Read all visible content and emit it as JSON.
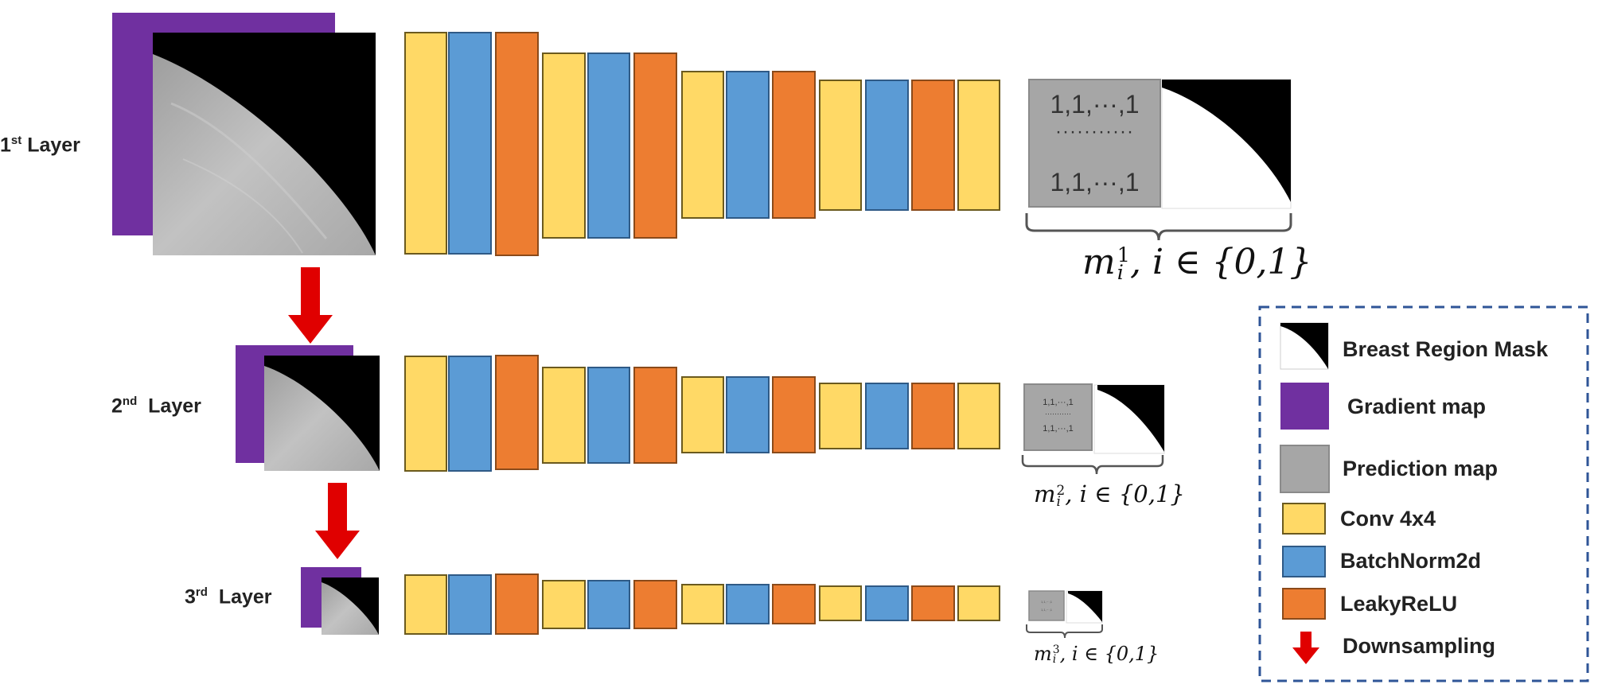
{
  "layers": [
    {
      "ordinal": "1",
      "suffix": "st",
      "word": "Layer"
    },
    {
      "ordinal": "2",
      "suffix": "nd",
      "word": "Layer"
    },
    {
      "ordinal": "3",
      "suffix": "rd",
      "word": "Layer"
    }
  ],
  "prediction_text": {
    "row_top": "1,1,···,1",
    "dots": "···········",
    "row_bottom": "1,1,···,1"
  },
  "mask_labels": [
    {
      "m": "m",
      "sup": "1",
      "sub": "i",
      "rest": ", i ∈ {0,1}"
    },
    {
      "m": "m",
      "sup": "2",
      "sub": "i",
      "rest": ", i ∈ {0,1}"
    },
    {
      "m": "m",
      "sup": "3",
      "sub": "i",
      "rest": ", i ∈ {0,1}"
    }
  ],
  "legend": {
    "items": [
      {
        "label": "Breast Region Mask",
        "icon": "mask-icon"
      },
      {
        "label": "Gradient map",
        "icon": "purple-square-icon"
      },
      {
        "label": "Prediction map",
        "icon": "gray-square-icon"
      },
      {
        "label": "Conv 4x4",
        "icon": "yellow-rect-icon"
      },
      {
        "label": "BatchNorm2d",
        "icon": "blue-rect-icon"
      },
      {
        "label": "LeakyReLU",
        "icon": "orange-rect-icon"
      },
      {
        "label": "Downsampling",
        "icon": "red-down-arrow-icon"
      }
    ]
  },
  "colors": {
    "conv": "#FFD966",
    "batchnorm": "#5B9BD5",
    "leakyrelu": "#ED7D31",
    "gradient": "#7030A0",
    "prediction": "#A6A6A6",
    "arrow": "#E00000",
    "legend_border": "#2F5597"
  }
}
